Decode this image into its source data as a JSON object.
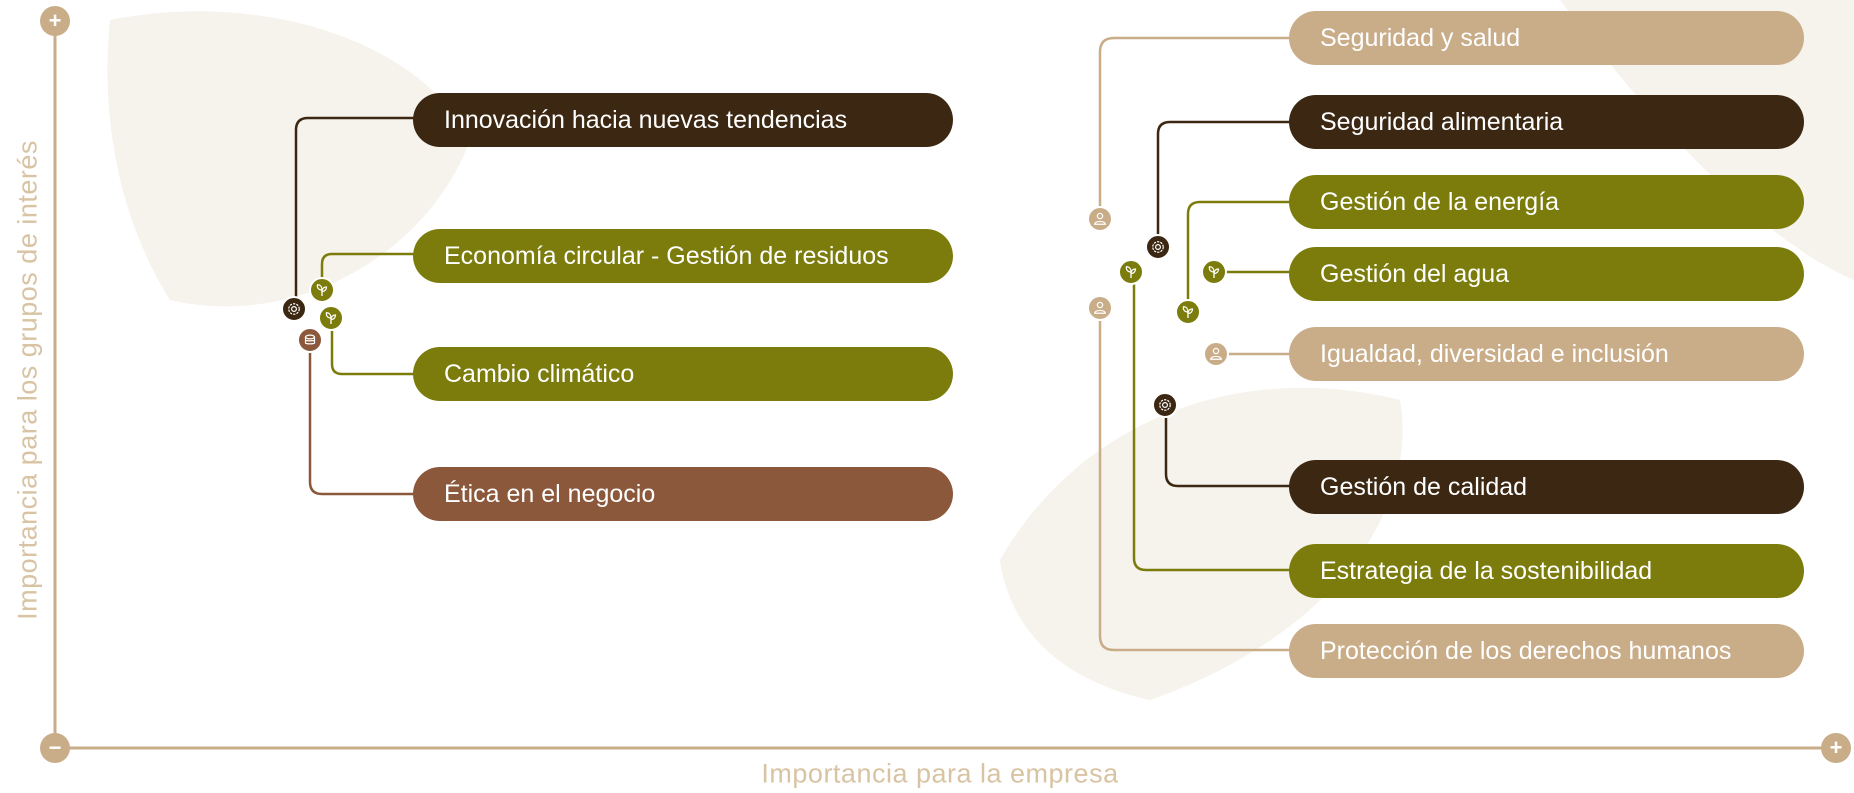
{
  "axes": {
    "y_label": "Importancia para los grupos de interés",
    "x_label": "Importancia para la empresa",
    "y_top_symbol": "+",
    "origin_symbol": "−",
    "x_end_symbol": "+"
  },
  "colors": {
    "dark": "#3b2712",
    "olive": "#7b7c0b",
    "brown": "#8b583b",
    "beige": "#c9ad89",
    "axis": "#c9ad89",
    "background_shape": "#f6f2ec"
  },
  "topics": {
    "left": [
      {
        "label": "Innovación hacia nuevas tendencias",
        "category": "dark",
        "icon": "gear-icon"
      },
      {
        "label": "Economía circular - Gestión de residuos",
        "category": "olive",
        "icon": "sprout-icon"
      },
      {
        "label": "Cambio climático",
        "category": "olive",
        "icon": "sprout-icon"
      },
      {
        "label": "Ética en el negocio",
        "category": "brown",
        "icon": "coins-icon"
      }
    ],
    "right": [
      {
        "label": "Seguridad y salud",
        "category": "beige",
        "icon": "person-icon"
      },
      {
        "label": "Seguridad alimentaria",
        "category": "dark",
        "icon": "gear-icon"
      },
      {
        "label": "Gestión de la energía",
        "category": "olive",
        "icon": "sprout-icon"
      },
      {
        "label": "Gestión del agua",
        "category": "olive",
        "icon": "sprout-icon"
      },
      {
        "label": "Igualdad, diversidad e inclusión",
        "category": "beige",
        "icon": "person-icon"
      },
      {
        "label": "Gestión de calidad",
        "category": "dark",
        "icon": "gear-icon"
      },
      {
        "label": "Estrategia de la sostenibilidad",
        "category": "olive",
        "icon": "sprout-icon"
      },
      {
        "label": "Protección de los derechos humanos",
        "category": "beige",
        "icon": "person-icon"
      }
    ]
  }
}
